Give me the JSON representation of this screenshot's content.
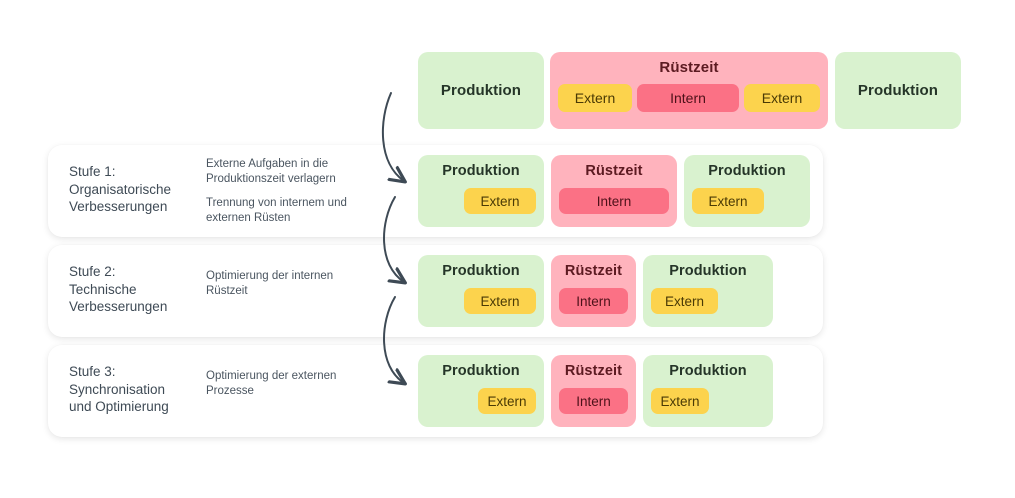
{
  "diagram": {
    "title_visible": false,
    "colors": {
      "production_fill": "#d9f2cf",
      "setup_fill": "#ffb3bd",
      "external_fill": "#fcd34d",
      "internal_fill": "#fb7185",
      "panel_bg": "#ffffff",
      "page_bg": "#ffffff",
      "text_dark": "#253528",
      "text_setup": "#5c1a21",
      "arrow": "#3e4a55"
    },
    "baseline": {
      "production_left": {
        "label": "Produktion"
      },
      "setup": {
        "label": "Rüstzeit",
        "segments": [
          {
            "label": "Extern",
            "kind": "external"
          },
          {
            "label": "Intern",
            "kind": "internal"
          },
          {
            "label": "Extern",
            "kind": "external"
          }
        ]
      },
      "production_right": {
        "label": "Produktion"
      }
    },
    "stages": [
      {
        "id": "stufe-1",
        "label": "Stufe 1:\nOrganisatorische\nVerbesserungen",
        "descriptions": [
          "Externe Aufgaben in die Produktionszeit verlagern",
          "Trennung von internem und externen Rüsten"
        ],
        "bars": {
          "production_left": {
            "label": "Produktion",
            "chip": {
              "label": "Extern",
              "align": "right"
            }
          },
          "setup": {
            "label": "Rüstzeit",
            "chip": {
              "label": "Intern",
              "align": "center"
            }
          },
          "production_right": {
            "label": "Produktion",
            "chip": {
              "label": "Extern",
              "align": "left"
            }
          }
        }
      },
      {
        "id": "stufe-2",
        "label": "Stufe 2:\nTechnische\nVerbesserungen",
        "descriptions": [
          "Optimierung der internen Rüstzeit"
        ],
        "bars": {
          "production_left": {
            "label": "Produktion",
            "chip": {
              "label": "Extern",
              "align": "right"
            }
          },
          "setup": {
            "label": "Rüstzeit",
            "chip": {
              "label": "Intern",
              "align": "center"
            }
          },
          "production_right": {
            "label": "Produktion",
            "chip": {
              "label": "Extern",
              "align": "left"
            }
          }
        }
      },
      {
        "id": "stufe-3",
        "label": "Stufe 3:\nSynchronisation\nund Optimierung",
        "descriptions": [
          "Optimierung der externen Prozesse"
        ],
        "bars": {
          "production_left": {
            "label": "Produktion",
            "chip": {
              "label": "Extern",
              "align": "right"
            }
          },
          "setup": {
            "label": "Rüstzeit",
            "chip": {
              "label": "Intern",
              "align": "center"
            }
          },
          "production_right": {
            "label": "Produktion",
            "chip": {
              "label": "Extern",
              "align": "left"
            }
          }
        }
      }
    ],
    "arrows": [
      {
        "name": "arrow-baseline-to-stufe-1"
      },
      {
        "name": "arrow-stufe-1-to-stufe-2"
      },
      {
        "name": "arrow-stufe-2-to-stufe-3"
      }
    ]
  }
}
